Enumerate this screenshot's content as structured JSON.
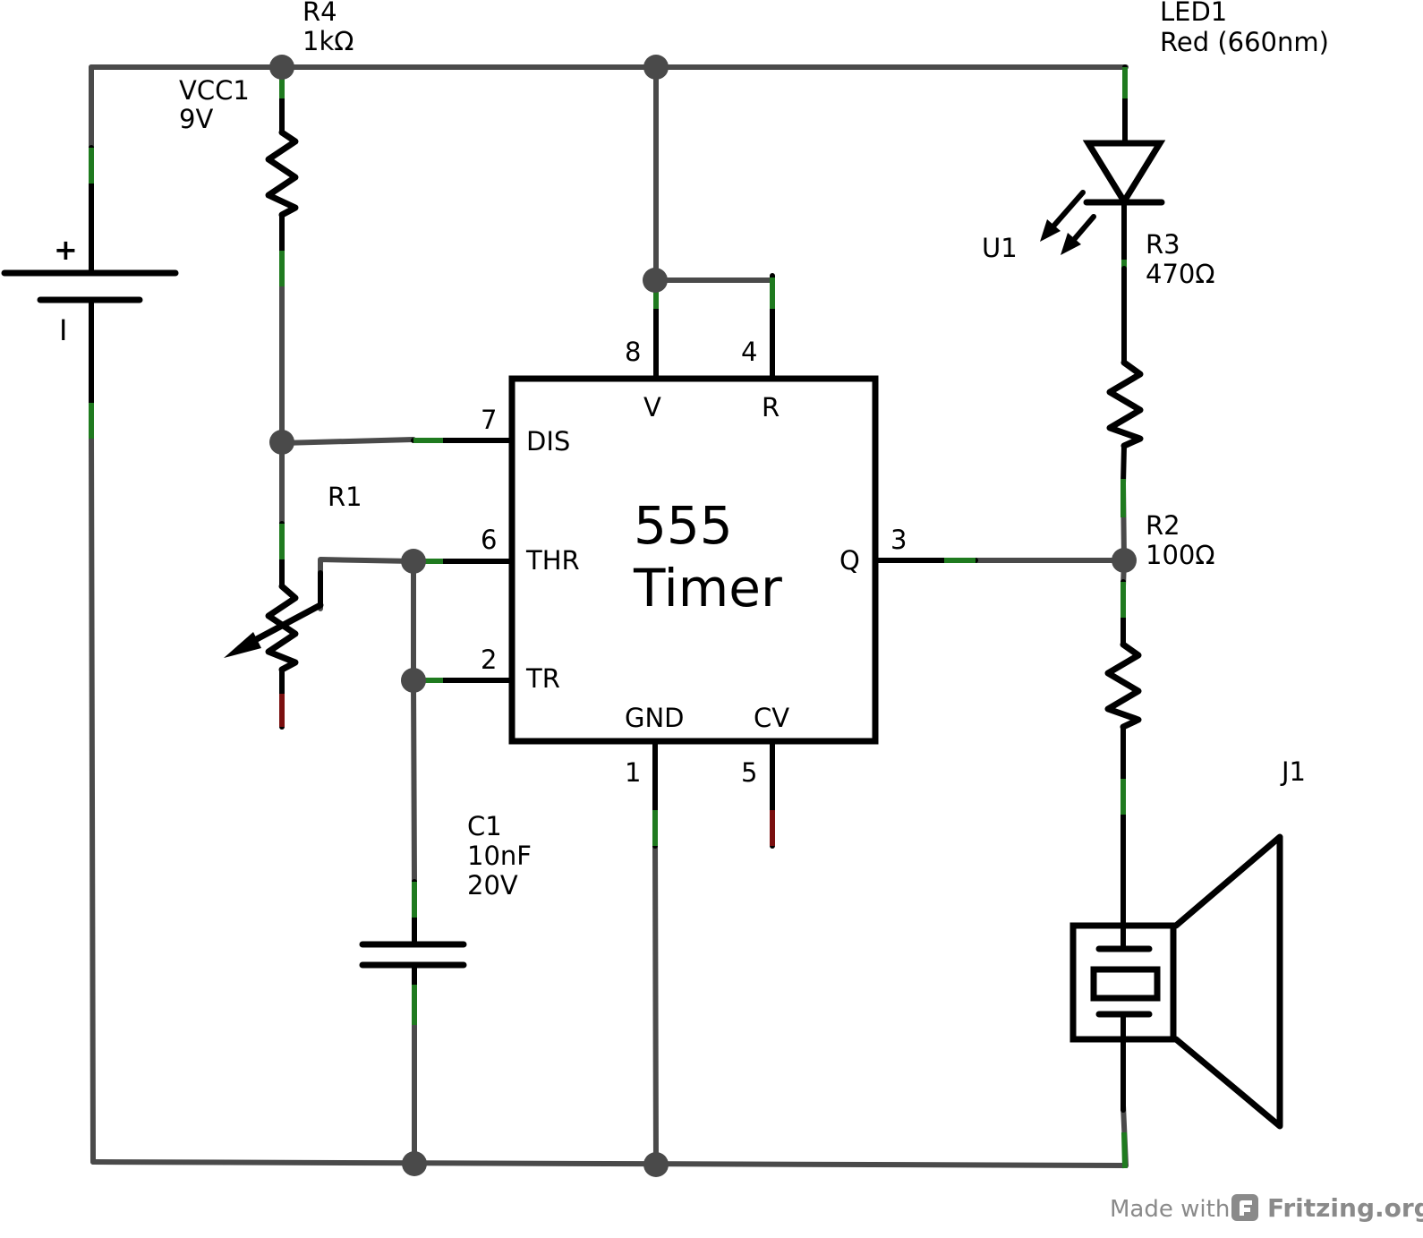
{
  "diagram": {
    "components": {
      "battery": {
        "ref": "VCC1",
        "value": "9V",
        "plus_sign": "+",
        "minus_sign": "I"
      },
      "r4": {
        "ref": "R4",
        "value": "1kΩ"
      },
      "r1": {
        "ref": "R1"
      },
      "c1": {
        "ref": "C1",
        "value": "10nF",
        "voltage": "20V"
      },
      "led": {
        "ref": "LED1",
        "value": "Red (660nm)"
      },
      "u1": {
        "ref": "U1"
      },
      "r3": {
        "ref": "R3",
        "value": "470Ω"
      },
      "r2": {
        "ref": "R2",
        "value": "100Ω"
      },
      "speaker": {
        "ref": "J1"
      }
    },
    "timer": {
      "line1": "555",
      "line2": "Timer",
      "pins": {
        "v": {
          "number": "8",
          "name": "V"
        },
        "r": {
          "number": "4",
          "name": "R"
        },
        "dis": {
          "number": "7",
          "name": "DIS"
        },
        "thr": {
          "number": "6",
          "name": "THR"
        },
        "tr": {
          "number": "2",
          "name": "TR"
        },
        "gnd": {
          "number": "1",
          "name": "GND"
        },
        "cv": {
          "number": "5",
          "name": "CV"
        },
        "q": {
          "number": "3",
          "name": "Q"
        }
      }
    }
  },
  "watermark": {
    "made_with": "Made with",
    "brand": "Fritzing.org"
  }
}
